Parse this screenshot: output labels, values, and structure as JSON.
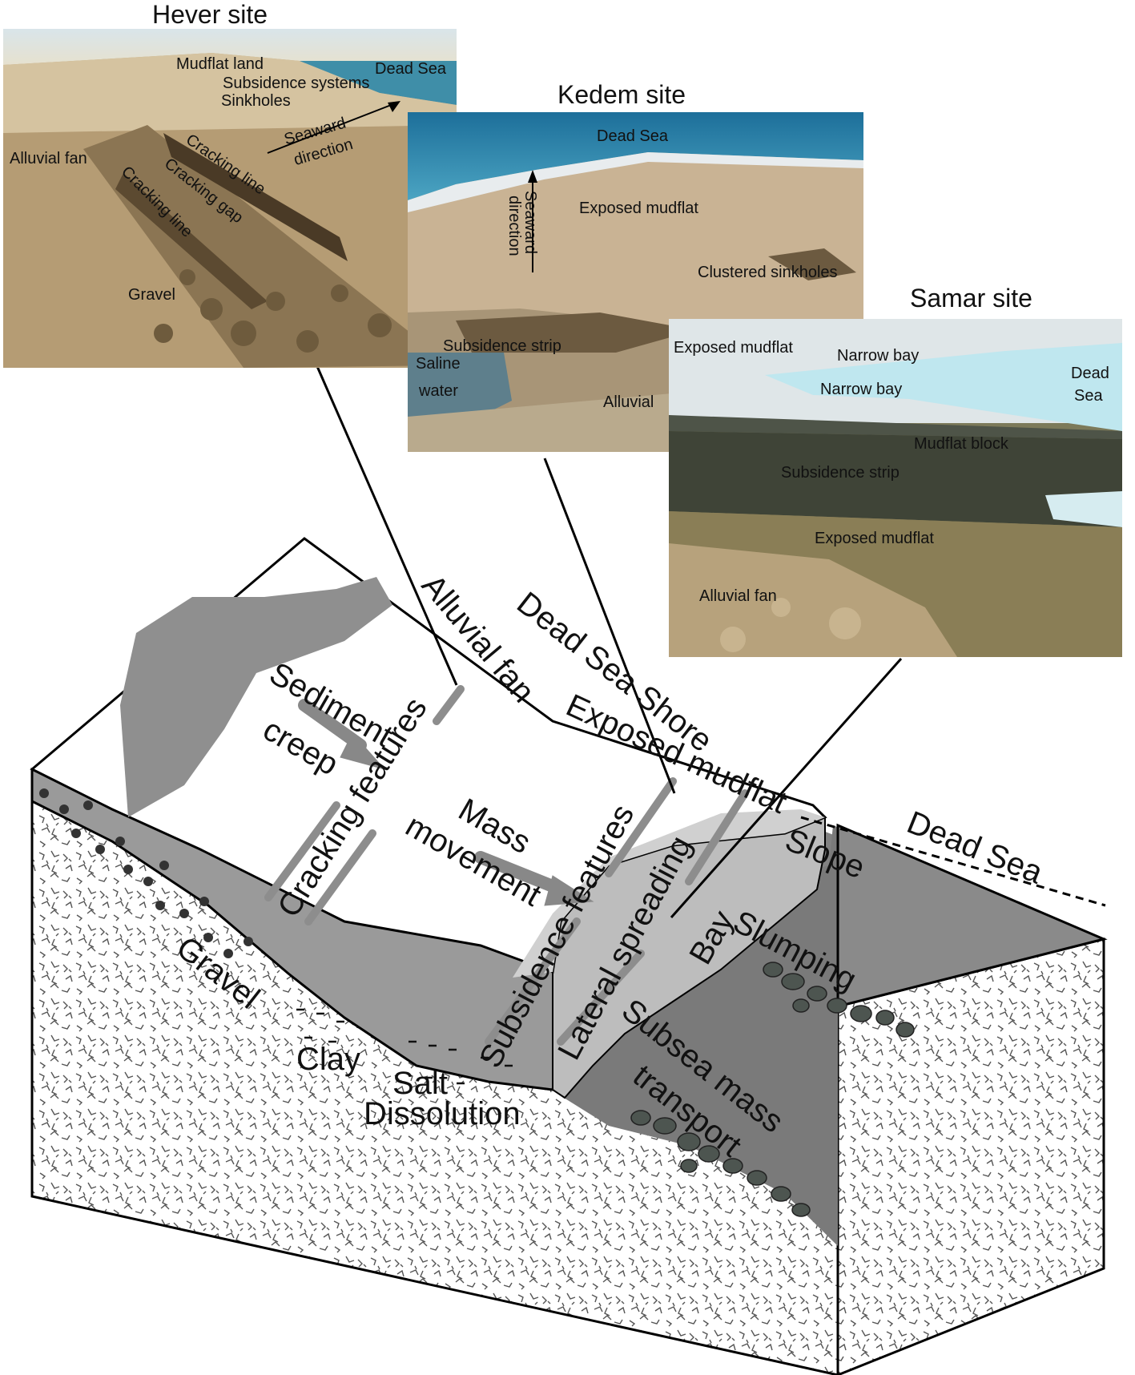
{
  "photos": {
    "hever": {
      "title": "Hever site",
      "labels": {
        "mudflat_land": "Mudflat land",
        "dead_sea": "Dead Sea",
        "subsidence_systems": "Subsidence systems",
        "sinkholes": "Sinkholes",
        "seaward": "Seaward",
        "direction": "direction",
        "alluvial_fan": "Alluvial fan",
        "cracking_line_1": "Cracking line",
        "cracking_gap": "Cracking gap",
        "cracking_line_2": "Cracking line",
        "gravel": "Gravel"
      }
    },
    "kedem": {
      "title": "Kedem site",
      "labels": {
        "dead_sea": "Dead Sea",
        "exposed_mudflat": "Exposed mudflat",
        "seaward": "Seaward",
        "direction": "direction",
        "clustered_sinkholes": "Clustered sinkholes",
        "subsidence_strip": "Subsidence strip",
        "saline": "Saline",
        "water": "water",
        "alluvial": "Alluvial"
      }
    },
    "samar": {
      "title": "Samar site",
      "labels": {
        "exposed_mudflat_top": "Exposed mudflat",
        "narrow_bay_1": "Narrow bay",
        "narrow_bay_2": "Narrow bay",
        "dead": "Dead",
        "sea": "Sea",
        "mudflat_block": "Mudflat block",
        "subsidence_strip": "Subsidence strip",
        "exposed_mudflat_bottom": "Exposed mudflat",
        "alluvial_fan": "Alluvial fan"
      }
    }
  },
  "diagram": {
    "labels": {
      "dead_sea_shore": "Dead Sea Shore",
      "alluvial_fan": "Alluvial fan",
      "exposed_mudflat": "Exposed mudflat",
      "dead_sea": "Dead Sea",
      "slope": "Slope",
      "sediment": "Sediment",
      "creep": "creep",
      "cracking_features": "Cracking features",
      "mass": "Mass",
      "movement": "movement",
      "subsidence_features": "Subsidence features",
      "lateral_spreading": "Lateral spreading",
      "bay": "Bay",
      "slumping": "Slumping",
      "subsea_mass": "Subsea mass",
      "transport": "transport",
      "gravel": "Gravel",
      "clay": "Clay",
      "salt": "Salt",
      "dissolution": "Dissolution"
    }
  }
}
